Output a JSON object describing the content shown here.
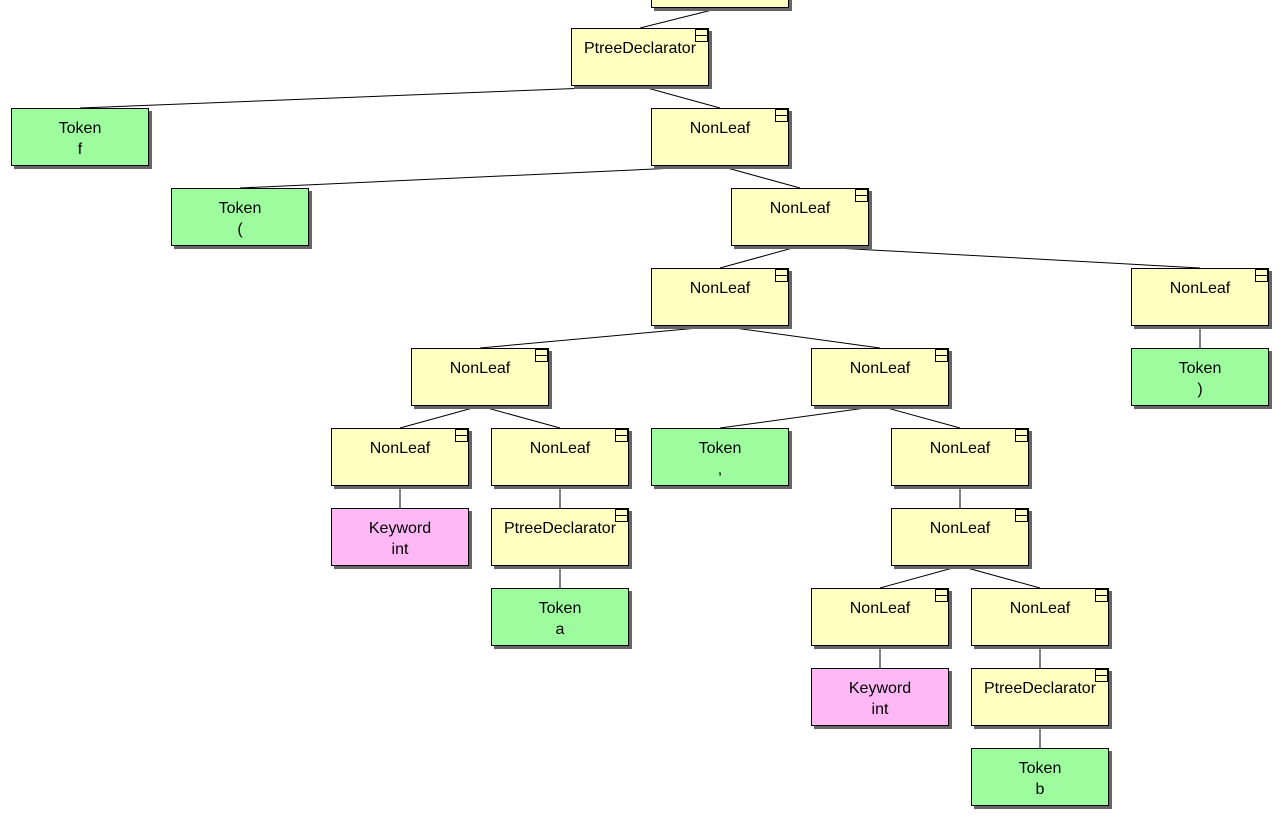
{
  "tree": {
    "nodes": [
      {
        "id": "top",
        "kind": "nonleaf",
        "label": "",
        "value": ""
      },
      {
        "id": "decl1",
        "kind": "nonleaf",
        "label": "PtreeDeclarator",
        "value": "",
        "collapsible": true
      },
      {
        "id": "tok_f",
        "kind": "token",
        "label": "Token",
        "value": "f"
      },
      {
        "id": "nl_a",
        "kind": "nonleaf",
        "label": "NonLeaf",
        "value": "",
        "collapsible": true
      },
      {
        "id": "tok_lparen",
        "kind": "token",
        "label": "Token",
        "value": "("
      },
      {
        "id": "nl_b",
        "kind": "nonleaf",
        "label": "NonLeaf",
        "value": "",
        "collapsible": true
      },
      {
        "id": "nl_c",
        "kind": "nonleaf",
        "label": "NonLeaf",
        "value": "",
        "collapsible": true
      },
      {
        "id": "nl_d",
        "kind": "nonleaf",
        "label": "NonLeaf",
        "value": "",
        "collapsible": true
      },
      {
        "id": "tok_rparen",
        "kind": "token",
        "label": "Token",
        "value": ")"
      },
      {
        "id": "nl_e",
        "kind": "nonleaf",
        "label": "NonLeaf",
        "value": "",
        "collapsible": true
      },
      {
        "id": "nl_f",
        "kind": "nonleaf",
        "label": "NonLeaf",
        "value": "",
        "collapsible": true
      },
      {
        "id": "nl_g",
        "kind": "nonleaf",
        "label": "NonLeaf",
        "value": "",
        "collapsible": true
      },
      {
        "id": "nl_h",
        "kind": "nonleaf",
        "label": "NonLeaf",
        "value": "",
        "collapsible": true
      },
      {
        "id": "tok_comma",
        "kind": "token",
        "label": "Token",
        "value": ","
      },
      {
        "id": "nl_i",
        "kind": "nonleaf",
        "label": "NonLeaf",
        "value": "",
        "collapsible": true
      },
      {
        "id": "kw_int1",
        "kind": "keyword",
        "label": "Keyword",
        "value": "int"
      },
      {
        "id": "decl2",
        "kind": "nonleaf",
        "label": "PtreeDeclarator",
        "value": "",
        "collapsible": true
      },
      {
        "id": "nl_j",
        "kind": "nonleaf",
        "label": "NonLeaf",
        "value": "",
        "collapsible": true
      },
      {
        "id": "tok_a",
        "kind": "token",
        "label": "Token",
        "value": "a"
      },
      {
        "id": "nl_k",
        "kind": "nonleaf",
        "label": "NonLeaf",
        "value": "",
        "collapsible": true
      },
      {
        "id": "nl_l",
        "kind": "nonleaf",
        "label": "NonLeaf",
        "value": "",
        "collapsible": true
      },
      {
        "id": "kw_int2",
        "kind": "keyword",
        "label": "Keyword",
        "value": "int"
      },
      {
        "id": "decl3",
        "kind": "nonleaf",
        "label": "PtreeDeclarator",
        "value": "",
        "collapsible": true
      },
      {
        "id": "tok_b",
        "kind": "token",
        "label": "Token",
        "value": "b"
      }
    ],
    "edges": [
      [
        "top",
        "decl1"
      ],
      [
        "decl1",
        "tok_f"
      ],
      [
        "decl1",
        "nl_a"
      ],
      [
        "nl_a",
        "tok_lparen"
      ],
      [
        "nl_a",
        "nl_b"
      ],
      [
        "nl_b",
        "nl_c"
      ],
      [
        "nl_b",
        "nl_d"
      ],
      [
        "nl_d",
        "tok_rparen"
      ],
      [
        "nl_c",
        "nl_e"
      ],
      [
        "nl_c",
        "nl_f"
      ],
      [
        "nl_e",
        "nl_g"
      ],
      [
        "nl_e",
        "nl_h"
      ],
      [
        "nl_f",
        "tok_comma"
      ],
      [
        "nl_f",
        "nl_i"
      ],
      [
        "nl_g",
        "kw_int1"
      ],
      [
        "nl_h",
        "decl2"
      ],
      [
        "decl2",
        "tok_a"
      ],
      [
        "nl_i",
        "nl_j"
      ],
      [
        "nl_j",
        "nl_k"
      ],
      [
        "nl_j",
        "nl_l"
      ],
      [
        "nl_k",
        "kw_int2"
      ],
      [
        "nl_l",
        "decl3"
      ],
      [
        "decl3",
        "tok_b"
      ]
    ]
  }
}
